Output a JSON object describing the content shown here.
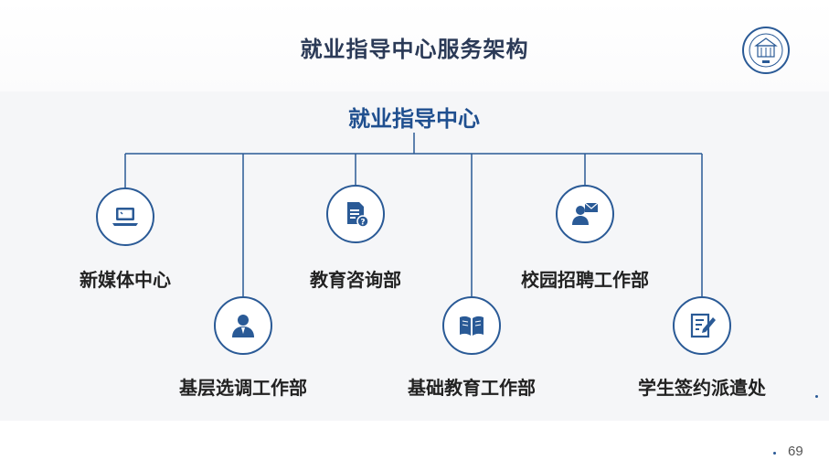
{
  "slide": {
    "title": "就业指导中心服务架构",
    "page_number": "69"
  },
  "org_chart": {
    "root": "就业指导中心",
    "departments": [
      {
        "label": "新媒体中心",
        "icon": "laptop-icon"
      },
      {
        "label": "基层选调工作部",
        "icon": "person-icon"
      },
      {
        "label": "教育咨询部",
        "icon": "document-question-icon"
      },
      {
        "label": "基础教育工作部",
        "icon": "open-book-icon"
      },
      {
        "label": "校园招聘工作部",
        "icon": "person-mail-icon"
      },
      {
        "label": "学生签约派遣处",
        "icon": "form-pen-icon"
      }
    ]
  },
  "colors": {
    "accent": "#1f4f8f",
    "line": "#2a5a96",
    "title": "#2b3a57",
    "background": "#f5f6f8"
  }
}
